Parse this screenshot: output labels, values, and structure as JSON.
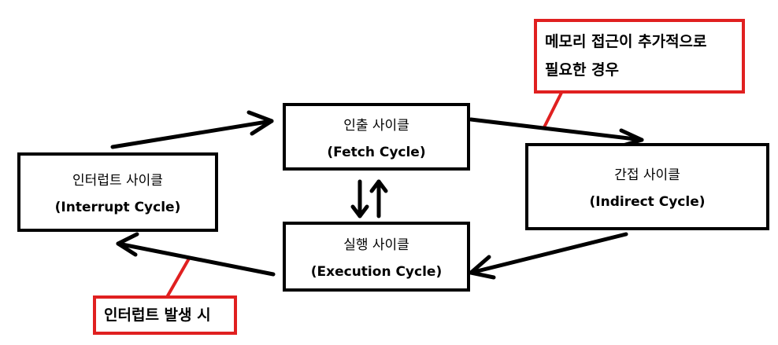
{
  "colors": {
    "stroke": "#000000",
    "note_border": "#e02020",
    "background": "#ffffff"
  },
  "nodes": {
    "fetch": {
      "ko": "인출 사이클",
      "en": "(Fetch Cycle)"
    },
    "indirect": {
      "ko": "간접 사이클",
      "en": "(Indirect Cycle)"
    },
    "execution": {
      "ko": "실행 사이클",
      "en": "(Execution Cycle)"
    },
    "interrupt": {
      "ko": "인터럽트 사이클",
      "en": "(Interrupt Cycle)"
    }
  },
  "notes": {
    "indirect_condition": {
      "line1": "메모리 접근이 추가적으로",
      "line2": "필요한 경우"
    },
    "interrupt_condition": {
      "text": "인터럽트 발생 시"
    }
  },
  "edges": [
    {
      "from": "interrupt",
      "to": "fetch"
    },
    {
      "from": "fetch",
      "to": "indirect"
    },
    {
      "from": "indirect",
      "to": "execution"
    },
    {
      "from": "execution",
      "to": "interrupt"
    },
    {
      "from": "fetch",
      "to": "execution"
    },
    {
      "from": "execution",
      "to": "fetch"
    }
  ]
}
